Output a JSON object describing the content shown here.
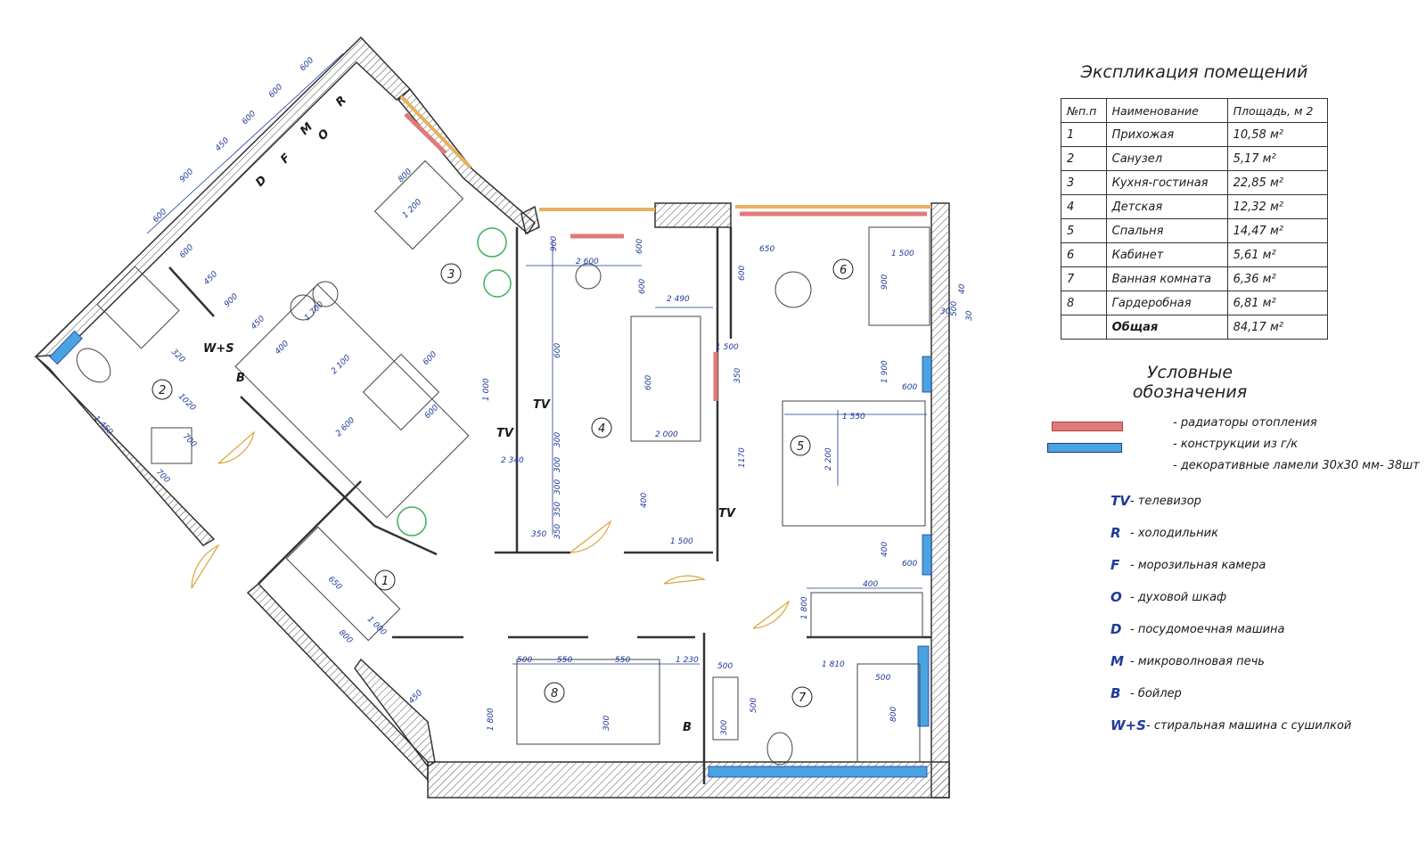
{
  "explication": {
    "title": "Экспликация помещений",
    "headers": [
      "№п.п",
      "Наименование",
      "Площадь, м 2"
    ],
    "rows": [
      {
        "n": "1",
        "name": "Прихожая",
        "area": "10,58 м²"
      },
      {
        "n": "2",
        "name": "Санузел",
        "area": "5,17 м²"
      },
      {
        "n": "3",
        "name": "Кухня-гостиная",
        "area": "22,85 м²"
      },
      {
        "n": "4",
        "name": "Детская",
        "area": "12,32 м²"
      },
      {
        "n": "5",
        "name": "Спальня",
        "area": "14,47 м²"
      },
      {
        "n": "6",
        "name": "Кабинет",
        "area": "5,61 м²"
      },
      {
        "n": "7",
        "name": "Ванная комната",
        "area": "6,36 м²"
      },
      {
        "n": "8",
        "name": "Гардеробная",
        "area": "6,81 м²"
      }
    ],
    "total_label": "Общая",
    "total_area": "84,17 м²"
  },
  "legend": {
    "title": "Условные обозначения",
    "items": [
      {
        "text": "- радиаторы отопления",
        "color": "#e07a7a"
      },
      {
        "text": "- конструкции из г/к",
        "color": "#4aa3e0"
      },
      {
        "text": "- декоративные ламели 30х30 мм- 38шт",
        "color": ""
      }
    ],
    "symbols": [
      {
        "key": "TV",
        "desc": "- телевизор"
      },
      {
        "key": "R",
        "desc": "- холодильник"
      },
      {
        "key": "F",
        "desc": "- морозильная камера"
      },
      {
        "key": "O",
        "desc": "- духовой шкаф"
      },
      {
        "key": "D",
        "desc": "- посудомоечная машина"
      },
      {
        "key": "M",
        "desc": "- микроволновая печь"
      },
      {
        "key": "B",
        "desc": "- бойлер"
      },
      {
        "key": "W+S",
        "desc": "- стиральная машина с сушилкой"
      }
    ]
  },
  "plan": {
    "room_numbers": [
      "1",
      "2",
      "3",
      "4",
      "5",
      "6",
      "7",
      "8"
    ],
    "dims": [
      "600",
      "900",
      "450",
      "600",
      "600",
      "600",
      "800",
      "1 200",
      "600",
      "450",
      "900",
      "450",
      "400",
      "1 700",
      "2 100",
      "600",
      "600",
      "2 600",
      "320",
      "1020",
      "700",
      "1 450",
      "700",
      "900",
      "600",
      "2 600",
      "600",
      "600",
      "2 490",
      "600",
      "2 000",
      "1 000",
      "2 340",
      "300",
      "300",
      "300",
      "350",
      "350",
      "350",
      "400",
      "1 500",
      "650",
      "600",
      "1 500",
      "900",
      "1 500",
      "350",
      "1170",
      "1 550",
      "2 200",
      "1 900",
      "600",
      "400",
      "600",
      "400",
      "1 800",
      "650",
      "1 000",
      "800",
      "450",
      "500",
      "550",
      "550",
      "1 230",
      "500",
      "500",
      "1 810",
      "500",
      "800",
      "1 800",
      "300",
      "300",
      "500",
      "40",
      "30",
      "30",
      "30"
    ],
    "labels": [
      "R",
      "O",
      "M",
      "F",
      "D",
      "W+S",
      "B",
      "TV",
      "TV",
      "TV",
      "B"
    ],
    "colors": {
      "wall": "#333333",
      "hatch": "#555555",
      "radiator": "#e07a7a",
      "gk": "#4aa3e0",
      "dim": "#1d3a9a",
      "door": "#d9a53a",
      "window": "#e8b060",
      "plant": "#3bb05a"
    }
  }
}
